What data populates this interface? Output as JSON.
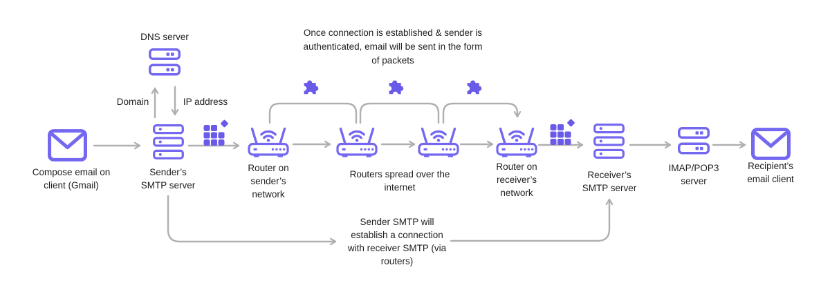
{
  "colors": {
    "icon_outline": "#7468F1",
    "icon_fill": "#6A5AE8",
    "connector": "#AFAFAF",
    "text": "#1E1E1E",
    "bg": "#FFFFFF"
  },
  "diagram": {
    "labels": {
      "dns": [
        "DNS server"
      ],
      "domain": "Domain",
      "ip_address": "IP address",
      "compose": [
        "Compose email on",
        "client (Gmail)"
      ],
      "sender_smtp": [
        "Sender’s",
        "SMTP server"
      ],
      "router_sender": [
        "Router on",
        "sender’s",
        "network"
      ],
      "routers_internet": [
        "Routers spread over the",
        "internet"
      ],
      "router_receiver": [
        "Router on",
        "receiver’s",
        "network"
      ],
      "receiver_smtp": [
        "Receiver’s",
        "SMTP server"
      ],
      "imap_pop3": [
        "IMAP/POP3",
        "server"
      ],
      "recipient": [
        "Recipient’s",
        "email client"
      ],
      "packets_note": [
        "Once connection is established & sender is",
        "authenticated, email will be sent in the form",
        "of packets"
      ],
      "connection_note": [
        "Sender SMTP will",
        "establish a connection",
        "with receiver SMTP (via",
        "routers)"
      ]
    },
    "icons": {
      "envelope": "email message",
      "server_3bay": "SMTP server stack",
      "server_2bay": "DNS / IMAP-POP3 server stack",
      "router": "wifi router",
      "packets": "data packets grid",
      "puzzle": "packet piece"
    }
  }
}
